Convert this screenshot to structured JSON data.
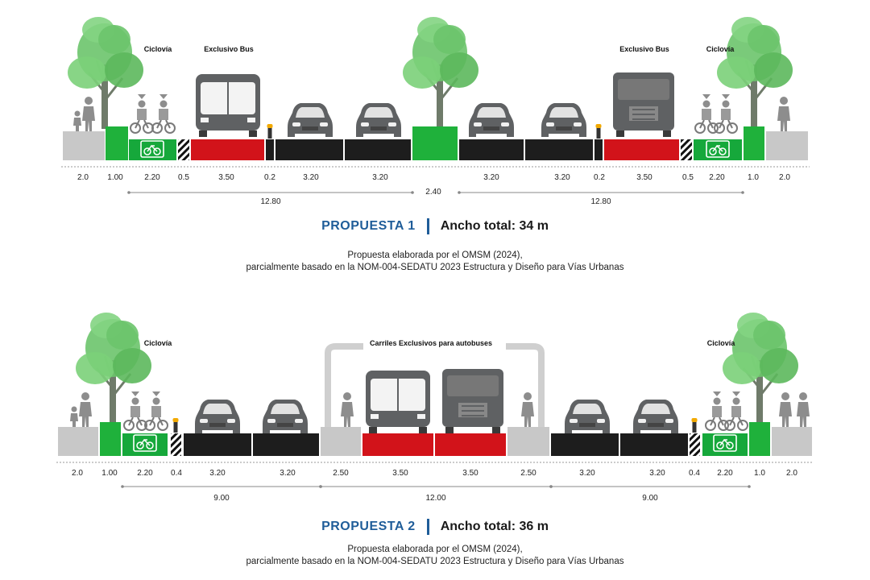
{
  "sections": [
    {
      "id": "p1",
      "labels": {
        "ciclovia_left": "Ciclovía",
        "bus_left": "Exclusivo Bus",
        "bus_right": "Exclusivo Bus",
        "ciclovia_right": "Ciclovía"
      },
      "dims": [
        "2.0",
        "1.00",
        "2.20",
        "0.5",
        "3.50",
        "0.2",
        "3.20",
        "3.20",
        "2.40",
        "3.20",
        "3.20",
        "0.2",
        "3.50",
        "0.5",
        "2.20",
        "1.0",
        "2.0"
      ],
      "spans": [
        "12.80",
        "12.80"
      ],
      "heading": {
        "name": "PROPUESTA 1",
        "width": "Ancho total: 34 m"
      },
      "credit": {
        "line1": "Propuesta elaborada por el OMSM (2024),",
        "line2": "parcialmente basado en la NOM-004-SEDATU 2023 Estructura y Diseño para Vías Urbanas"
      }
    },
    {
      "id": "p2",
      "labels": {
        "ciclovia_left": "Ciclovía",
        "bus_center": "Carriles Exclusivos para autobuses",
        "ciclovia_right": "Ciclovía"
      },
      "dims": [
        "2.0",
        "1.00",
        "2.20",
        "0.4",
        "3.20",
        "3.20",
        "2.50",
        "3.50",
        "3.50",
        "2.50",
        "3.20",
        "3.20",
        "0.4",
        "2.20",
        "1.0",
        "2.0"
      ],
      "spans": [
        "9.00",
        "12.00",
        "9.00"
      ],
      "heading": {
        "name": "PROPUESTA 2",
        "width": "Ancho total: 36 m"
      },
      "credit": {
        "line1": "Propuesta elaborada por el OMSM (2024),",
        "line2": "parcialmente basado en la NOM-004-SEDATU 2023 Estructura y Diseño para Vías Urbanas"
      }
    }
  ],
  "colors": {
    "sidewalk": "#c8c8c8",
    "planter": "#1fb13b",
    "bike_lane": "#16a83b",
    "bus_lane": "#d2131a",
    "car_lane": "#1d1d1d",
    "accent": "#1f5d99",
    "tree_foliage": "#6cc46b",
    "vehicle": "#5f6163"
  }
}
